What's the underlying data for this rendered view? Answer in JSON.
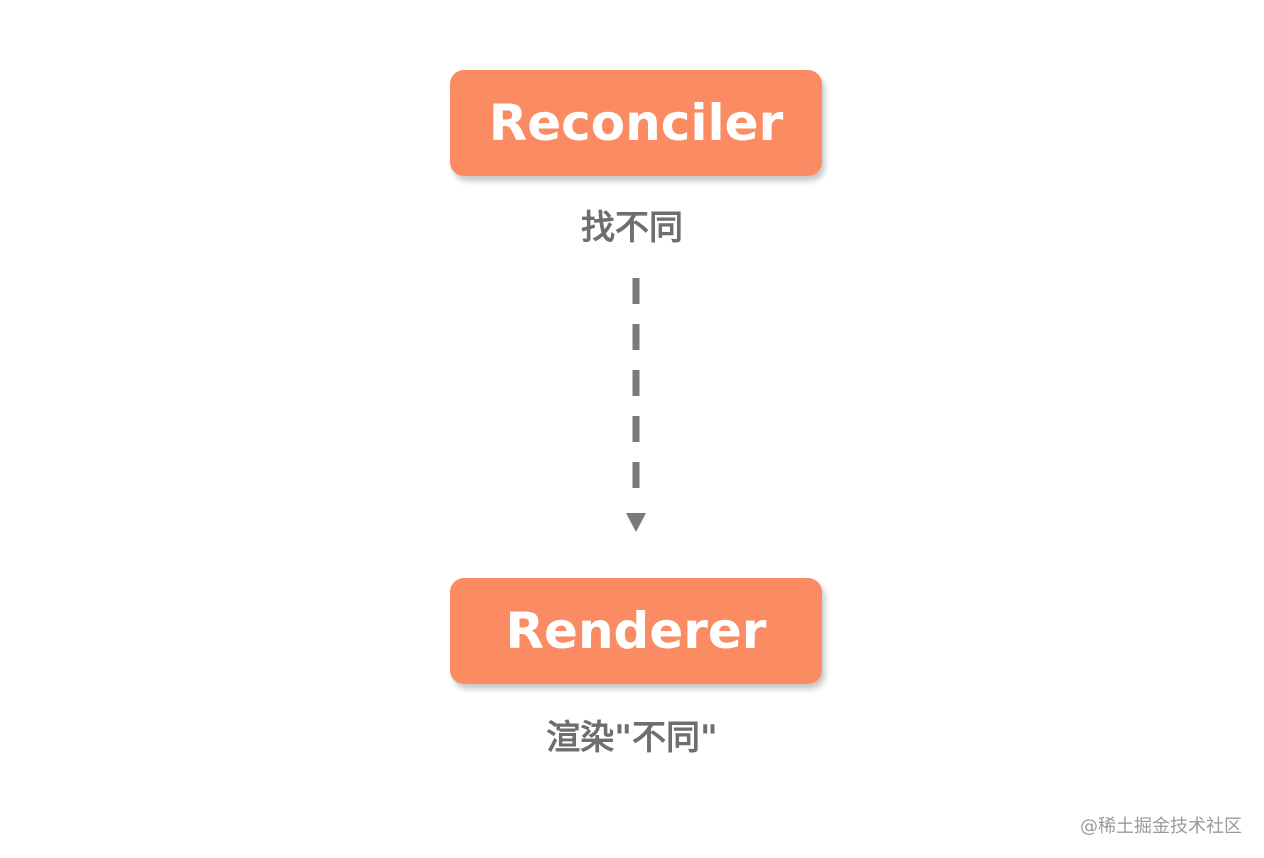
{
  "nodes": [
    {
      "label": "Reconciler",
      "caption": "找不同"
    },
    {
      "label": "Renderer",
      "caption": "渲染\"不同\""
    }
  ],
  "colors": {
    "box_fill": "#fa8b62",
    "box_text": "#ffffff",
    "caption_text": "#6e6e6e",
    "arrow": "#7a7a7a"
  },
  "watermark": "@稀土掘金技术社区"
}
